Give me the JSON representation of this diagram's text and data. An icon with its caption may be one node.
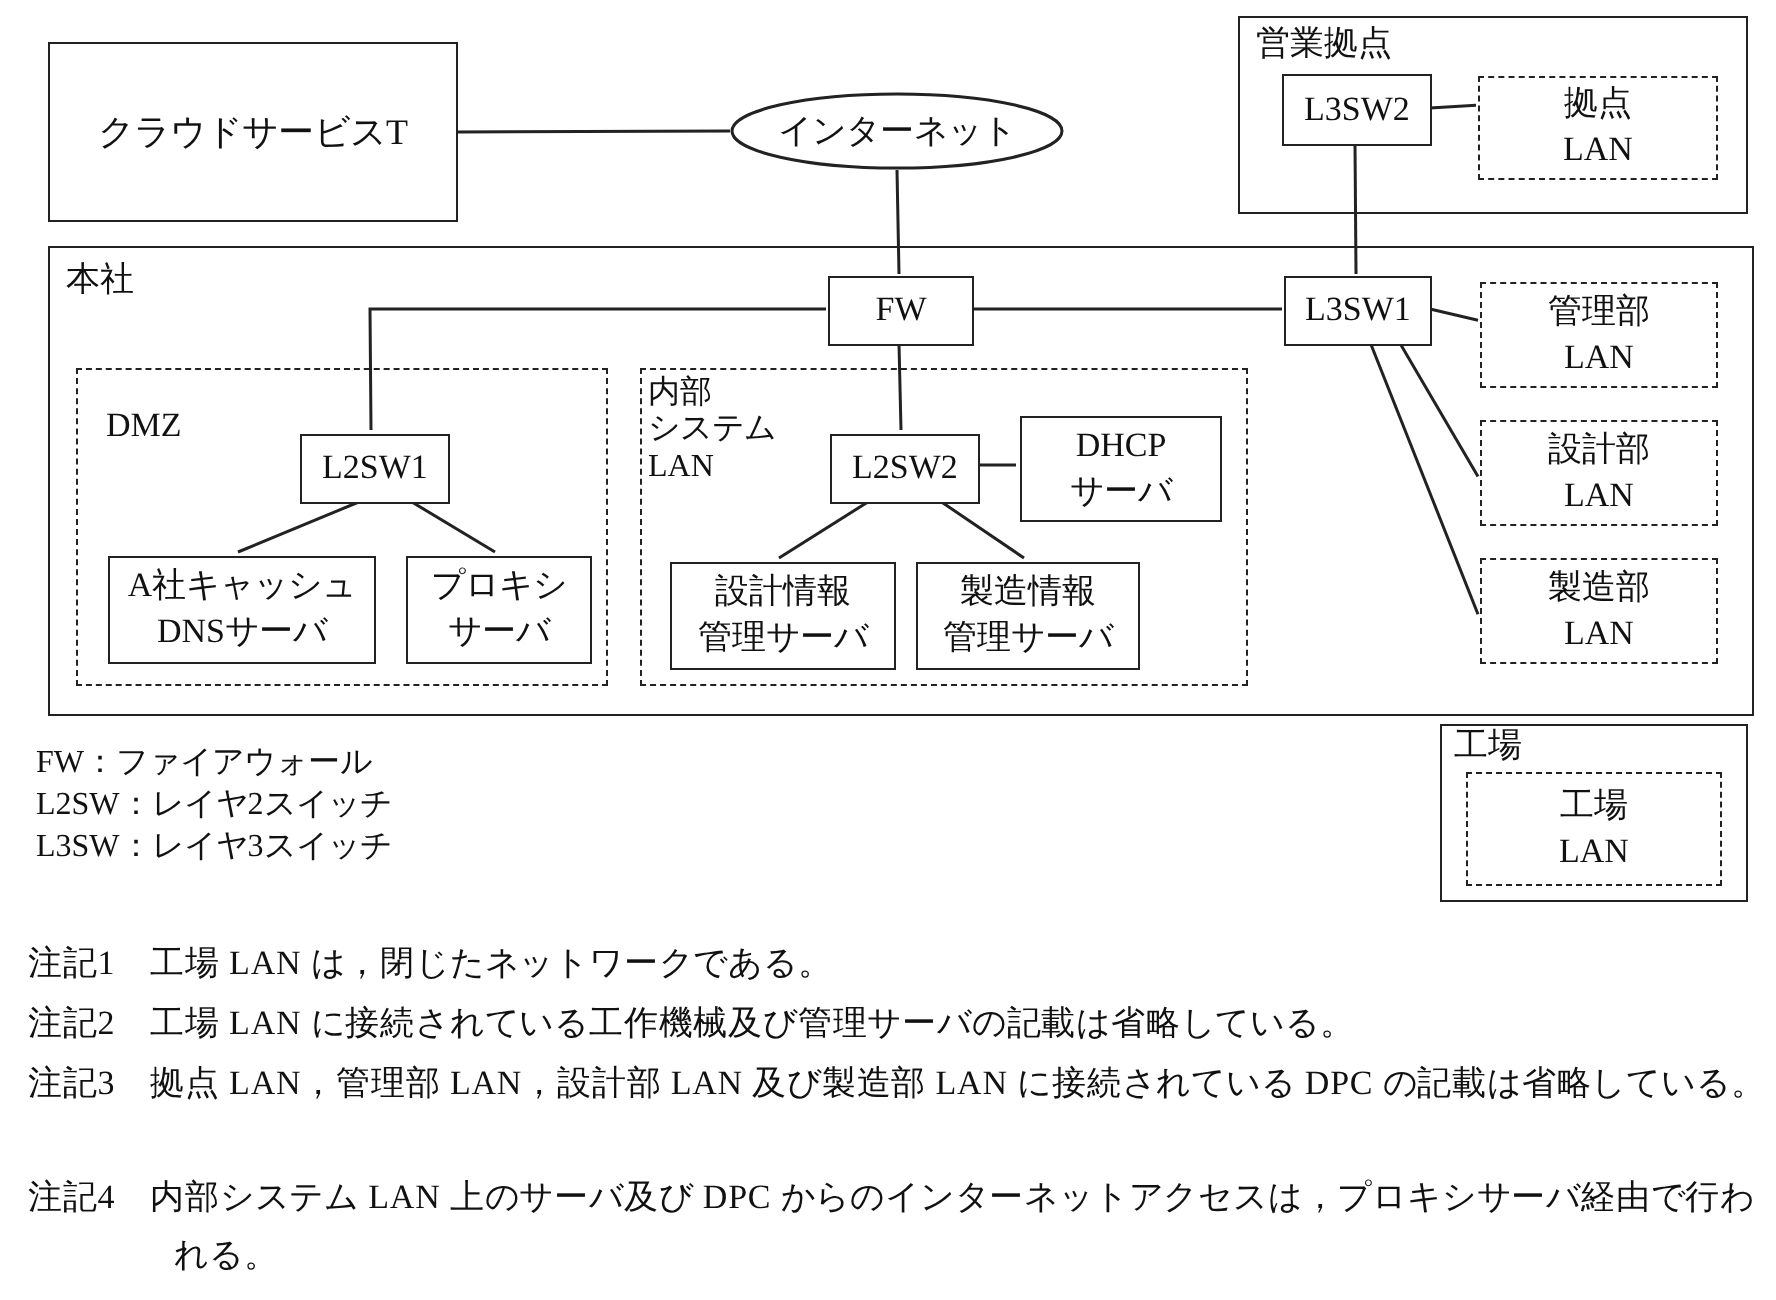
{
  "diagram": {
    "nodes": [
      {
        "text": [
          "クラウドサービスT"
        ]
      },
      {
        "text": [
          "インターネット"
        ]
      },
      {
        "text": [
          "営業拠点"
        ]
      },
      {
        "text": [
          "L3SW2"
        ],
        "in": 2
      },
      {
        "text": [
          "拠点LAN"
        ],
        "in": 2
      },
      {
        "text": [
          "本社"
        ]
      },
      {
        "text": [
          "FW"
        ],
        "in": 5
      },
      {
        "text": [
          "L3SW1"
        ],
        "in": 5
      },
      {
        "text": [
          "管理部LAN"
        ],
        "in": 5
      },
      {
        "text": [
          "設計部LAN"
        ],
        "in": 5
      },
      {
        "text": [
          "製造部LAN"
        ],
        "in": 5
      },
      {
        "text": [
          "DMZ"
        ],
        "in": 5
      },
      {
        "text": [
          "L2SW1"
        ],
        "in": 11
      },
      {
        "text": [
          "A社キャッシュDNSサーバ"
        ],
        "in": 11
      },
      {
        "text": [
          "プロキシサーバ"
        ],
        "in": 11
      },
      {
        "text": [
          "内部システムLAN"
        ],
        "in": 5
      },
      {
        "text": [
          "L2SW2"
        ],
        "in": 15
      },
      {
        "text": [
          "DHCPサーバ"
        ],
        "in": 15
      },
      {
        "text": [
          "設計情報管理サーバ"
        ],
        "in": 15
      },
      {
        "text": [
          "製造情報管理サーバ"
        ],
        "in": 15
      },
      {
        "text": [
          "工場"
        ]
      },
      {
        "text": [
          "工場LAN"
        ],
        "in": 20
      }
    ],
    "edges": [
      {
        "from": 0,
        "to": 1,
        "arrow": "none"
      },
      {
        "from": 1,
        "to": 6,
        "arrow": "none"
      },
      {
        "from": 6,
        "to": 7,
        "arrow": "none"
      },
      {
        "from": 6,
        "to": 12,
        "arrow": "none"
      },
      {
        "from": 6,
        "to": 16,
        "arrow": "none"
      },
      {
        "from": 3,
        "to": 4,
        "arrow": "none"
      },
      {
        "from": 3,
        "to": 7,
        "arrow": "none"
      },
      {
        "from": 7,
        "to": 8,
        "arrow": "none"
      },
      {
        "from": 7,
        "to": 9,
        "arrow": "none"
      },
      {
        "from": 7,
        "to": 10,
        "arrow": "none"
      },
      {
        "from": 12,
        "to": 13,
        "arrow": "none"
      },
      {
        "from": 12,
        "to": 14,
        "arrow": "none"
      },
      {
        "from": 16,
        "to": 17,
        "arrow": "none"
      },
      {
        "from": 16,
        "to": 18,
        "arrow": "none"
      },
      {
        "from": 16,
        "to": 19,
        "arrow": "none"
      }
    ],
    "labels": [
      "FW：ファイアウォール",
      "L2SW：レイヤ2スイッチ",
      "L3SW：レイヤ3スイッチ",
      "注記1　工場 LAN は，閉じたネットワークである。",
      "注記2　工場 LAN に接続されている工作機械及び管理サーバの記載は省略している。",
      "注記3　拠点 LAN，管理部 LAN，設計部 LAN 及び製造部 LAN に接続されている DPC の記載は省略している。",
      "注記4　内部システム LAN 上のサーバ及び DPC からのインターネットアクセスは，プロキシサーバ経由で行われる。"
    ]
  }
}
